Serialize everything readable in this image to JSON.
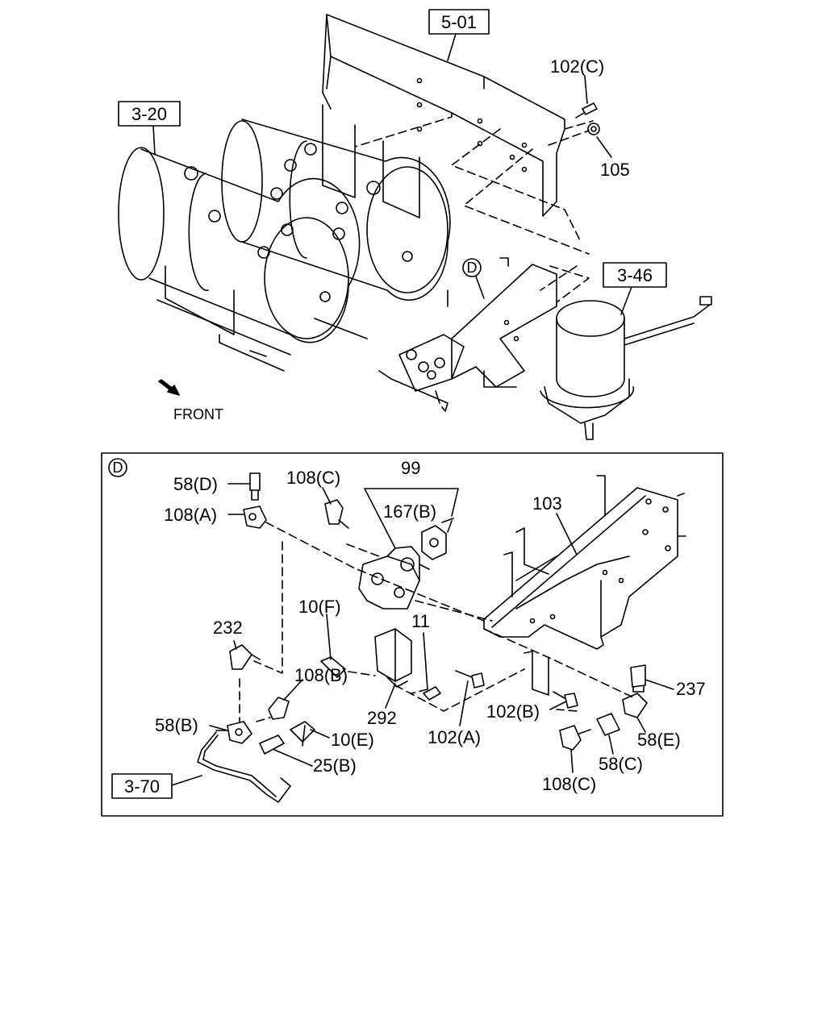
{
  "top": {
    "refs": {
      "r501": "5-01",
      "r320": "3-20",
      "r346": "3-46"
    },
    "labels": {
      "p102c": "102(C)",
      "p105": "105",
      "front": "FRONT",
      "detail": "D"
    }
  },
  "detail": {
    "marker": "D",
    "ref370": "3-70",
    "labels": {
      "p58d": "58(D)",
      "p108c_top": "108(C)",
      "p99": "99",
      "p108a": "108(A)",
      "p167b": "167(B)",
      "p103": "103",
      "p10f": "10(F)",
      "p11": "11",
      "p232": "232",
      "p108b": "108(B)",
      "p237": "237",
      "p292": "292",
      "p102b": "102(B)",
      "p58b": "58(B)",
      "p10e": "10(E)",
      "p102a": "102(A)",
      "p58e": "58(E)",
      "p25b": "25(B)",
      "p58c": "58(C)",
      "p108c_bot": "108(C)"
    }
  },
  "colors": {
    "ink": "#000000",
    "paper": "#ffffff"
  }
}
